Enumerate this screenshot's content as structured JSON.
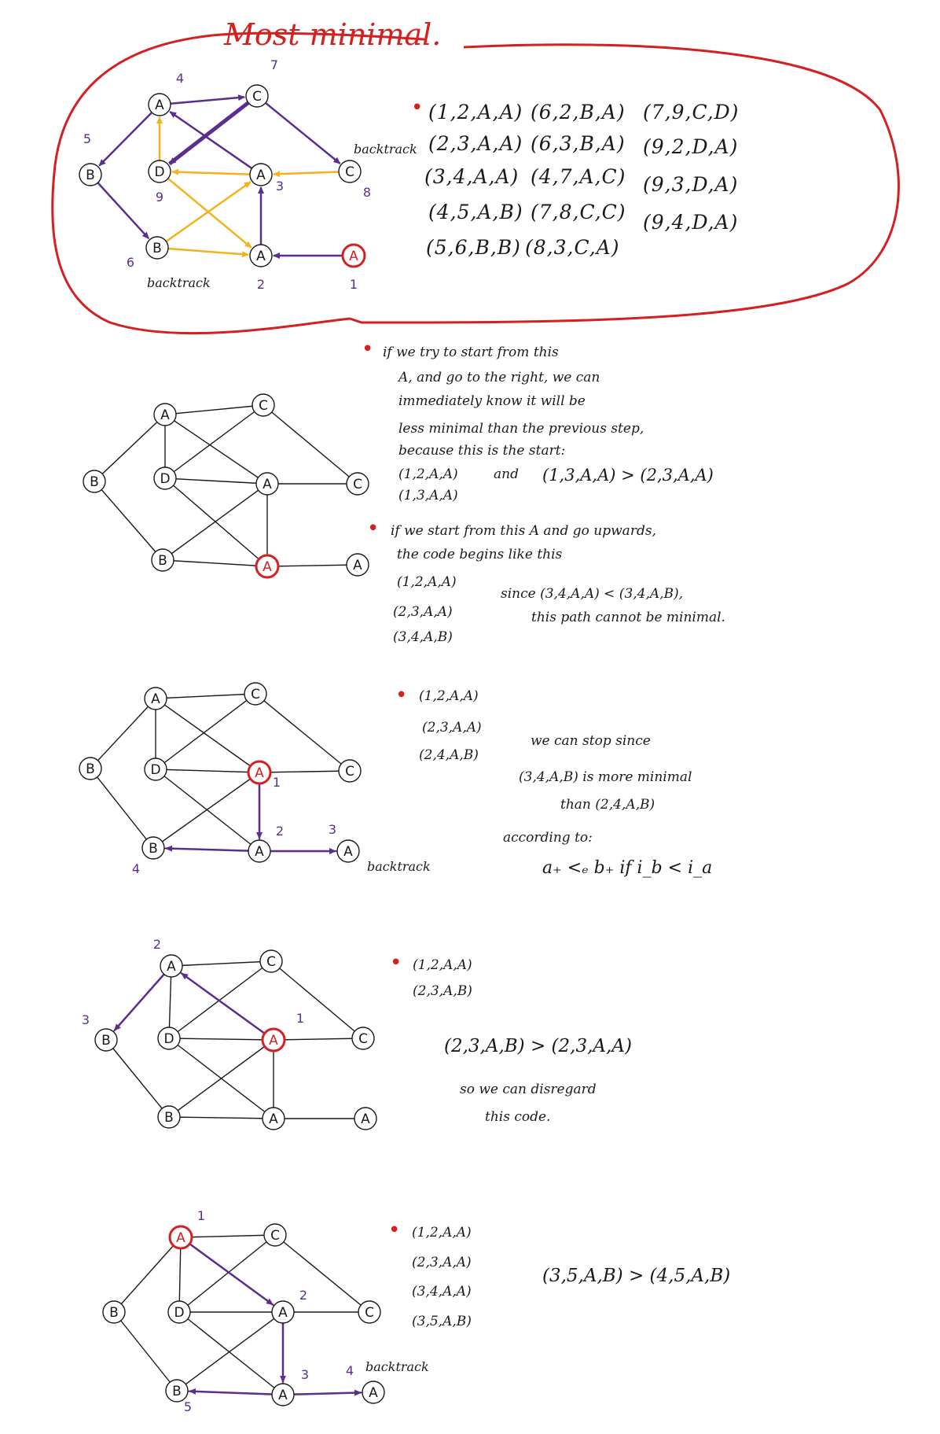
{
  "title": "Most minimal.",
  "colors": {
    "red": "#d42020",
    "purple": "#5b2d8e",
    "yellow": "#f2b31c",
    "ink": "#1a1a1a"
  },
  "graph_data": {
    "nodes": [
      {
        "id": "n1",
        "label": "A"
      },
      {
        "id": "n2",
        "label": "C"
      },
      {
        "id": "n3",
        "label": "B"
      },
      {
        "id": "n4",
        "label": "D"
      },
      {
        "id": "n5",
        "label": "A"
      },
      {
        "id": "n6",
        "label": "C"
      },
      {
        "id": "n7",
        "label": "B"
      },
      {
        "id": "n8",
        "label": "A"
      },
      {
        "id": "n9",
        "label": "A"
      }
    ],
    "edges": [
      [
        "n1",
        "n2"
      ],
      [
        "n1",
        "n3"
      ],
      [
        "n1",
        "n4"
      ],
      [
        "n2",
        "n4"
      ],
      [
        "n2",
        "n6"
      ],
      [
        "n4",
        "n5"
      ],
      [
        "n4",
        "n8"
      ],
      [
        "n5",
        "n6"
      ],
      [
        "n5",
        "n1"
      ],
      [
        "n5",
        "n7"
      ],
      [
        "n5",
        "n8"
      ],
      [
        "n3",
        "n7"
      ],
      [
        "n7",
        "n8"
      ],
      [
        "n8",
        "n9"
      ]
    ]
  },
  "panel1": {
    "labels": {
      "n1": "4",
      "n2": "7",
      "n3": "5",
      "n4": "9",
      "n5": "3",
      "n6": "8",
      "n7": "6",
      "n8": "2",
      "n9": "1"
    },
    "backtrack_left": "backtrack",
    "backtrack_right": "backtrack",
    "codes_col1": [
      "(1,2,A,A)",
      "(2,3,A,A)",
      "(3,4,A,A)",
      "(4,5,A,B)",
      "(5,6,B,B)"
    ],
    "codes_col2": [
      "(6,2,B,A)",
      "(6,3,B,A)",
      "(4,7,A,C)",
      "(7,8,C,C)",
      "(8,3,C,A)"
    ],
    "codes_col3": [
      "(7,9,C,D)",
      "(9,2,D,A)",
      "(9,3,D,A)",
      "(9,4,D,A)"
    ]
  },
  "panel2": {
    "b1_lines": [
      "if we try to start from this",
      "A, and go to the right, we can",
      "immediately know it will be",
      "less minimal than the previous step,",
      "because this is the start:"
    ],
    "codes": [
      "(1,2,A,A)",
      "(1,3,A,A)"
    ],
    "and_text": "and",
    "compare": "(1,3,A,A) > (2,3,A,A)",
    "b2_lines": [
      "if we start from this A and go upwards,",
      "the code begins like this"
    ],
    "codes2": [
      "(1,2,A,A)",
      "(2,3,A,A)",
      "(3,4,A,B)"
    ],
    "since1": "since (3,4,A,A) < (3,4,A,B),",
    "since2": "this path cannot be minimal."
  },
  "panel3": {
    "labels": {
      "n5": "1",
      "n8": "2",
      "n9": "3",
      "n7": "4"
    },
    "backtrack": "backtrack",
    "codes": [
      "(1,2,A,A)",
      "(2,3,A,A)",
      "(2,4,A,B)"
    ],
    "note1": "we can stop since",
    "note2": "(3,4,A,B) is more minimal",
    "note3": "than (2,4,A,B)",
    "note4": "according to:",
    "rule": "a₊ <ₑ b₊ if i_b < i_a"
  },
  "panel4": {
    "labels": {
      "n5": "1",
      "n1": "2",
      "n3": "3"
    },
    "codes": [
      "(1,2,A,A)",
      "(2,3,A,B)"
    ],
    "compare": "(2,3,A,B) > (2,3,A,A)",
    "note1": "so we can disregard",
    "note2": "this code."
  },
  "panel5": {
    "labels": {
      "n1": "1",
      "n5": "2",
      "n8": "3",
      "n9": "4",
      "n7": "5"
    },
    "backtrack": "backtrack",
    "codes": [
      "(1,2,A,A)",
      "(2,3,A,A)",
      "(3,4,A,A)",
      "(3,5,A,B)"
    ],
    "compare": "(3,5,A,B) > (4,5,A,B)"
  }
}
